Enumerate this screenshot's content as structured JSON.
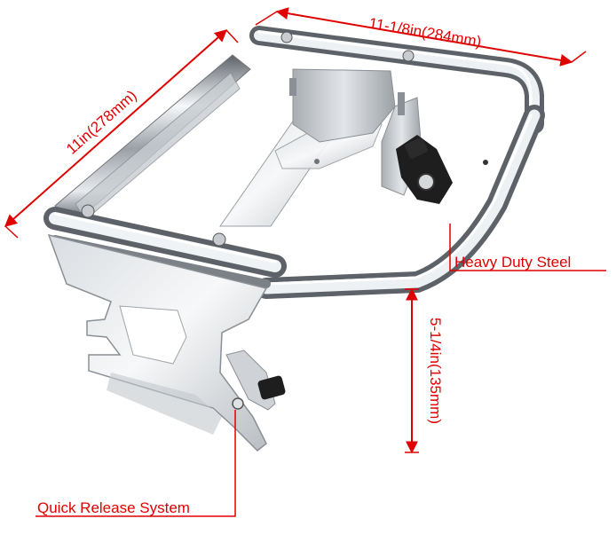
{
  "dimensions": {
    "length": "11-1/8in(284mm)",
    "width": "11in(278mm)",
    "height": "5-1/4in(135mm)"
  },
  "callouts": {
    "steel": "Heavy Duty Steel",
    "release": "Quick Release System"
  },
  "colors": {
    "annotation": "#e00000",
    "chrome_dark": "#6f747a",
    "chrome_light": "#f4f6f8",
    "latch": "#1e1e1e",
    "background": "#ffffff"
  }
}
